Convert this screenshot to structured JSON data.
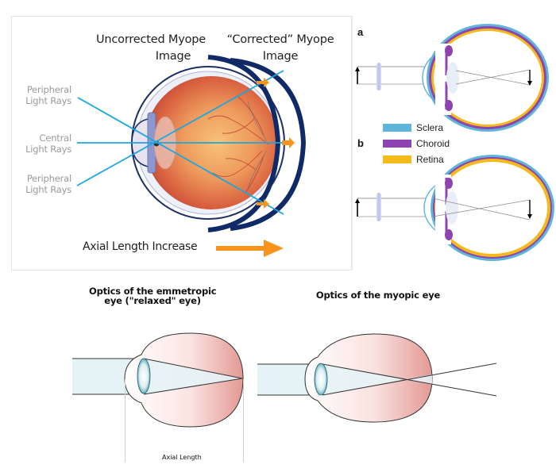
{
  "figure": {
    "panel_myope_mechanism": {
      "image_labels": {
        "uncorrected": [
          "Uncorrected Myope",
          "Image"
        ],
        "corrected": [
          "“Corrected” Myope",
          "Image"
        ]
      },
      "ray_labels": {
        "peripheral_top": [
          "Peripheral",
          "Light Rays"
        ],
        "central": [
          "Central",
          "Light Rays"
        ],
        "peripheral_bottom": [
          "Peripheral",
          "Light Rays"
        ]
      },
      "axial_caption": "Axial Length Increase",
      "colors": {
        "ray": "#1aa7e0",
        "image_shell": "#0f2a66",
        "arrow": "#f7941d",
        "label_gray": "#9a9a9a"
      }
    },
    "panel_layers": {
      "letters": [
        "a",
        "b"
      ],
      "legend": [
        {
          "name": "Sclera",
          "color": "#5fb4d9"
        },
        {
          "name": "Choroid",
          "color": "#8e44b0"
        },
        {
          "name": "Retina",
          "color": "#f6b91a"
        }
      ]
    },
    "panel_optics": {
      "emmetropic_title": [
        "Optics of the emmetropic",
        "eye (\"relaxed\" eye)"
      ],
      "myopic_title": "Optics of the myopic eye",
      "axial_length_label": "Axial Length",
      "colors": {
        "beam": "#e6f3f6",
        "globe_tint": "#e59a96",
        "lens": "#2a8fa3"
      }
    }
  }
}
